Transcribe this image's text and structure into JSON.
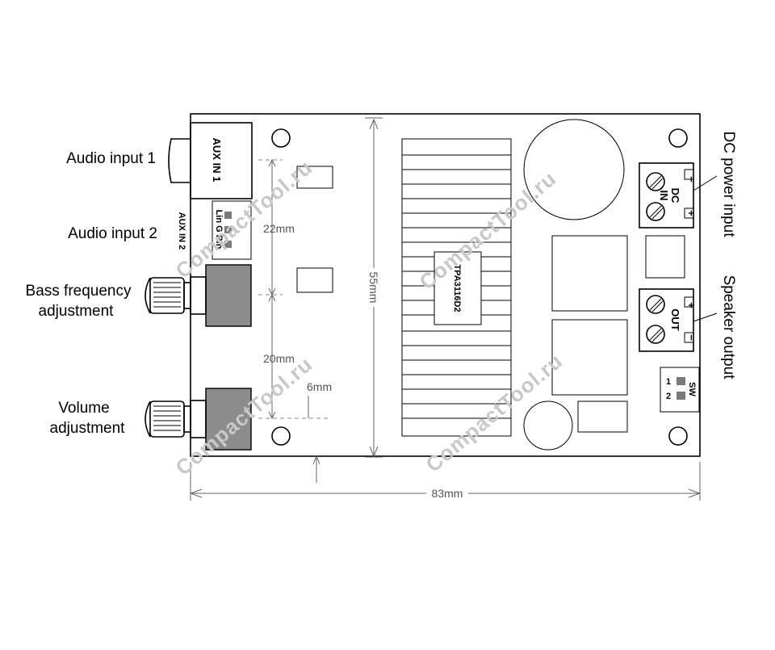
{
  "callouts": {
    "audio_input_1": "Audio input 1",
    "audio_input_2": "Audio input 2",
    "bass_line1": "Bass frequency",
    "bass_line2": "adjustment",
    "volume_line1": "Volume",
    "volume_line2": "adjustment",
    "dc_power": "DC power input",
    "speaker": "Speaker output"
  },
  "board": {
    "aux_in_1": "AUX IN 1",
    "aux_in_2": "AUX IN 2",
    "aux2_pins": "Lin G Rin",
    "chip": "TPA3116D2",
    "dc_in_line1": "DC",
    "dc_in_line2": "IN",
    "out": "OUT",
    "plus": "+",
    "minus": "−",
    "sw_label": "SW",
    "sw_1": "1",
    "sw_2": "2"
  },
  "dimensions": {
    "d22": "22mm",
    "d20": "20mm",
    "d6": "6mm",
    "d55": "55mm",
    "d83": "83mm"
  },
  "watermark": "CompactTool.ru",
  "colors": {
    "line": "#000000",
    "dim": "#666666",
    "pot_fill": "#8c8c8c",
    "switch_fill": "#7a7a7a",
    "watermark": "#c8c8c8"
  }
}
